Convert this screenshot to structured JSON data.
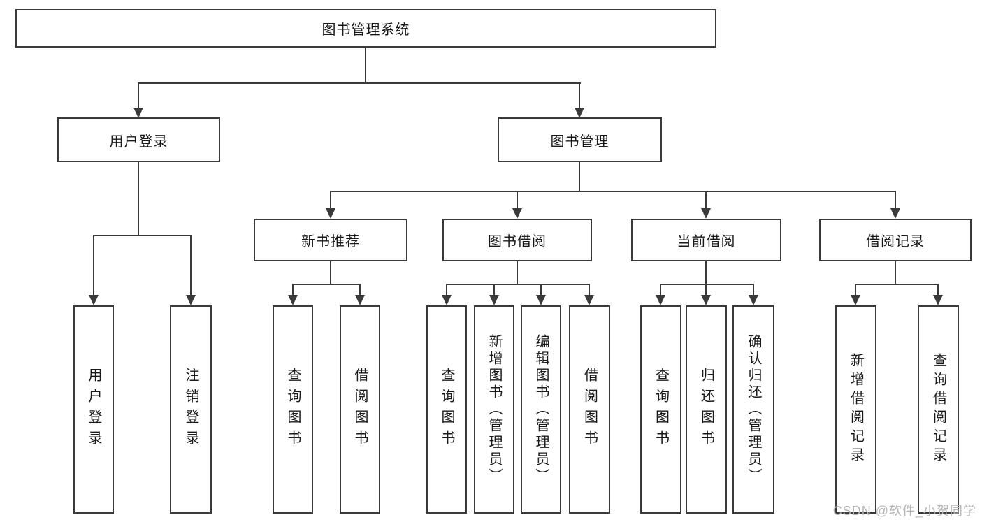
{
  "tree": {
    "root": "图书管理系统",
    "children": [
      {
        "label": "用户登录",
        "children": [
          "用户登录",
          "注销登录"
        ]
      },
      {
        "label": "图书管理",
        "children": [
          {
            "label": "新书推荐",
            "children": [
              "查询图书",
              "借阅图书"
            ]
          },
          {
            "label": "图书借阅",
            "children": [
              "查询图书",
              "新增图书（管理员）",
              "编辑图书（管理员）",
              "借阅图书"
            ]
          },
          {
            "label": "当前借阅",
            "children": [
              "查询图书",
              "归还图书",
              "确认归还（管理员）"
            ]
          },
          {
            "label": "借阅记录",
            "children": [
              "新增借阅记录",
              "查询借阅记录"
            ]
          }
        ]
      }
    ]
  },
  "watermark": {
    "text": "CSDN @软件_小贺同学"
  },
  "colors": {
    "line": "#3a3a3a",
    "text": "#1a1a1a",
    "watermark": "#b5b5b5",
    "background": "#ffffff"
  }
}
